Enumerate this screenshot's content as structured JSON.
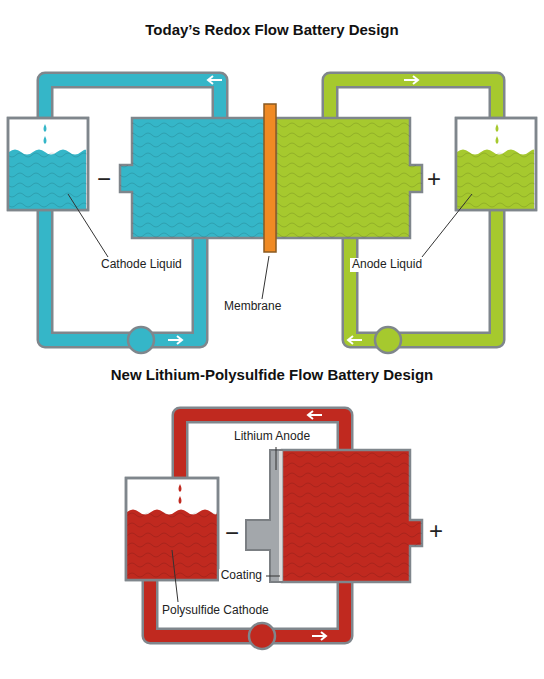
{
  "diagram": {
    "title": "Today’s Redox Flow Battery Design",
    "labels": [
      "−",
      "+",
      "Cathode Liquid",
      "Anode Liquid",
      "Membrane",
      "New Lithium-Polysulfide Flow Battery Design",
      "Lithium Anode",
      "−",
      "+",
      "Coating",
      "Polysulfide Cathode"
    ]
  }
}
